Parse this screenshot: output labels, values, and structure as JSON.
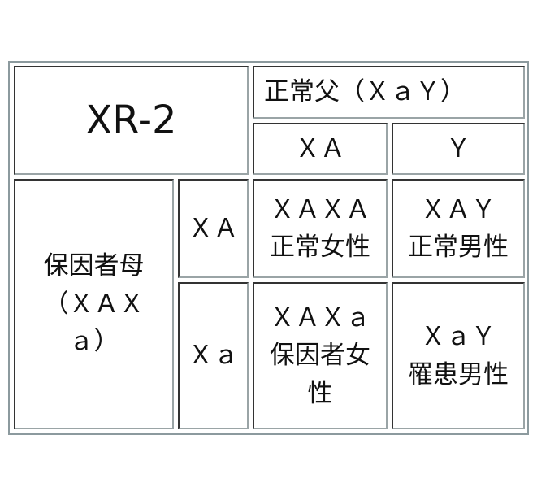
{
  "title": "XR-2",
  "father": {
    "label": "正常父（ＸａＹ）",
    "alleles": [
      "ＸＡ",
      "Ｙ"
    ]
  },
  "mother": {
    "label": "保因者母（ＸＡＸａ）",
    "alleles": [
      "ＸＡ",
      "Ｘａ"
    ]
  },
  "cells": [
    [
      {
        "genotype": "ＸＡＸＡ",
        "phenotype": "正常女性"
      },
      {
        "genotype": "ＸＡＹ",
        "phenotype": "正常男性"
      }
    ],
    [
      {
        "genotype": "ＸＡＸａ",
        "phenotype": "保因者女性"
      },
      {
        "genotype": "ＸａＹ",
        "phenotype": "罹患男性"
      }
    ]
  ]
}
